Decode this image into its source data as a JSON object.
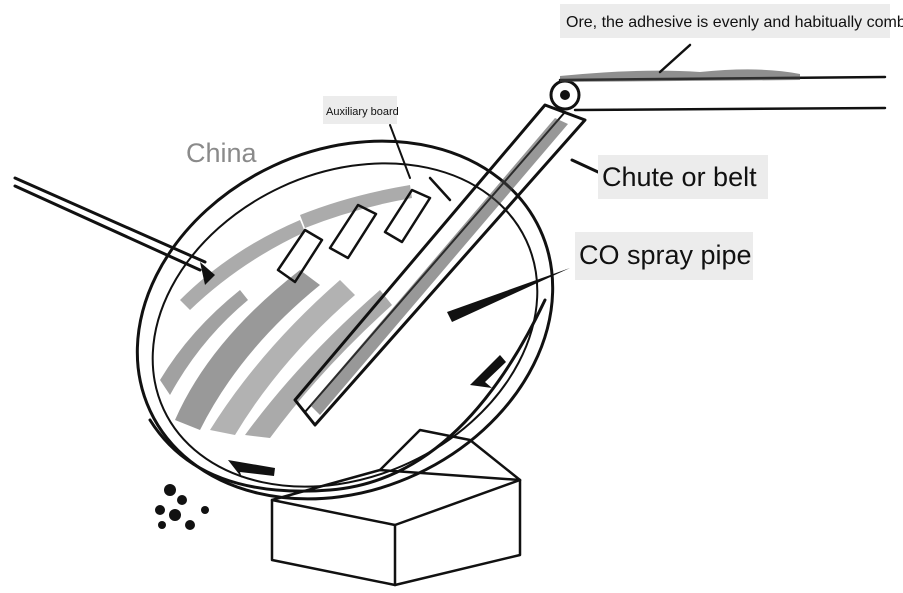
{
  "labels": {
    "ore_adhesive": "Ore, the adhesive is evenly and habitually combined",
    "auxiliary_board": "Auxiliary board",
    "china": "China",
    "chute_or_belt": "Chute or belt",
    "co_spray_pipe": "CO spray pipe"
  },
  "colors": {
    "ink": "#111111",
    "label_bg": "#ececec",
    "china_text": "#8a8a8a"
  }
}
